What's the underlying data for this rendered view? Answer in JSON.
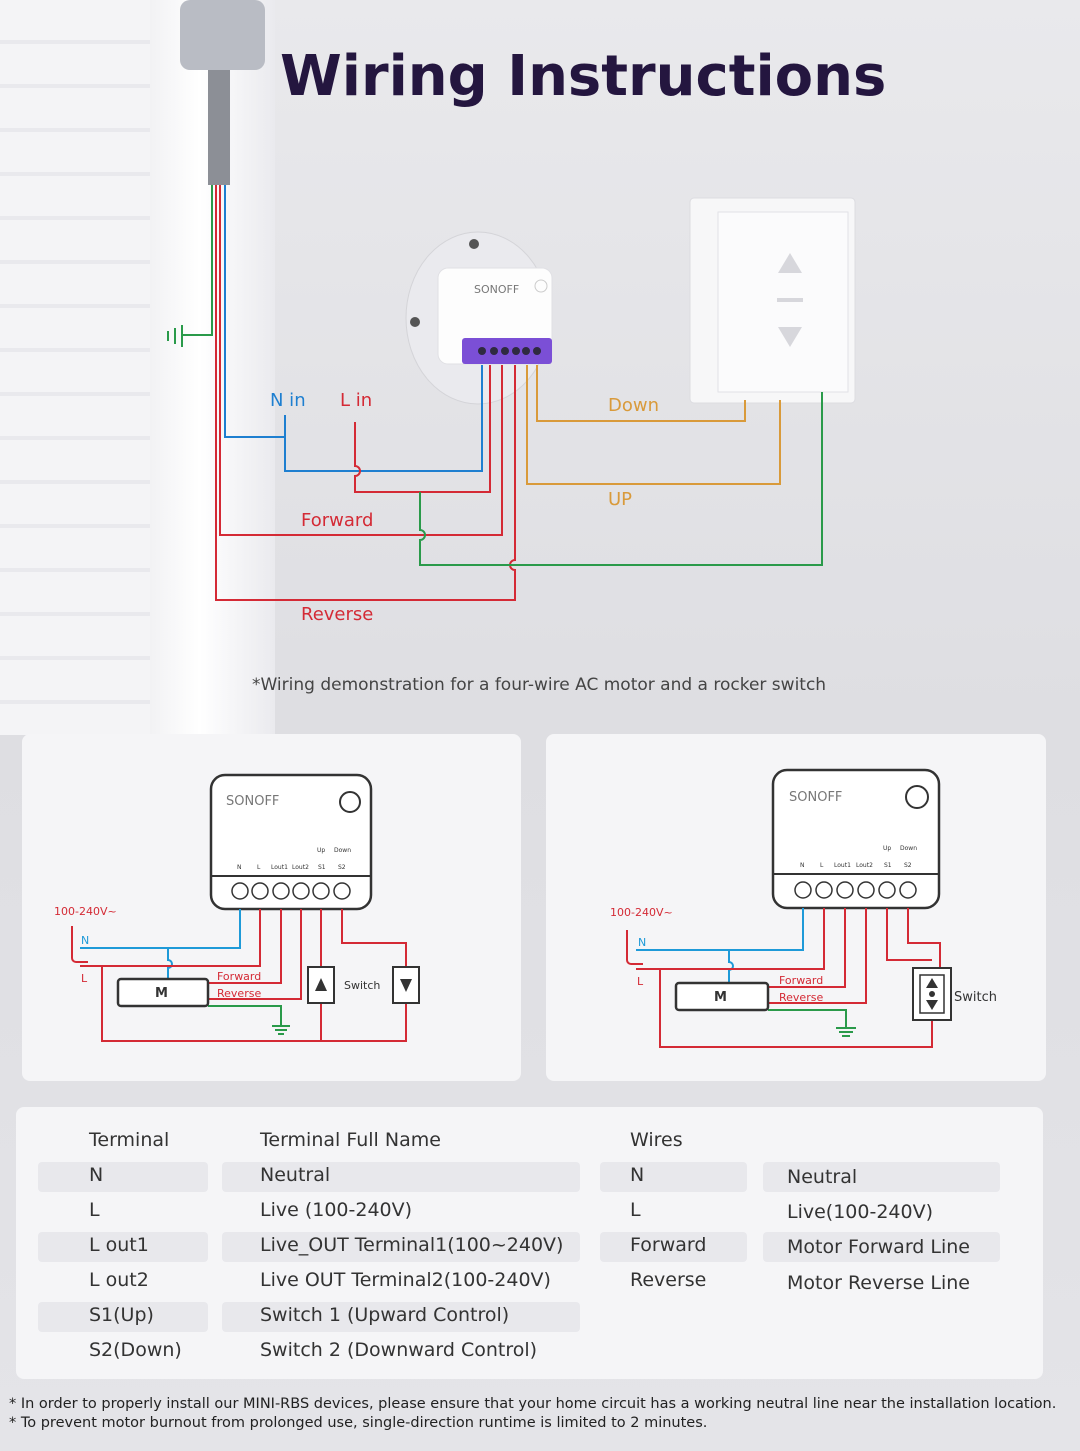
{
  "title": "Wiring Instructions",
  "main_diagram": {
    "device_brand": "SONOFF",
    "labels": {
      "n_in": "N in",
      "l_in": "L in",
      "forward": "Forward",
      "reverse": "Reverse",
      "down": "Down",
      "up": "UP"
    },
    "caption": "*Wiring demonstration for a four-wire AC motor and a rocker switch"
  },
  "schematics": [
    {
      "voltage": "100-240V~",
      "n": "N",
      "l": "L",
      "forward": "Forward",
      "reverse": "Reverse",
      "switch": "Switch",
      "motor": "M",
      "terminals": [
        "N",
        "L",
        "Lout1",
        "Lout2",
        "S1",
        "S2"
      ],
      "up": "Up",
      "down": "Down",
      "brand": "SONOFF"
    },
    {
      "voltage": "100-240V~",
      "n": "N",
      "l": "L",
      "forward": "Forward",
      "reverse": "Reverse",
      "switch": "Switch",
      "motor": "M",
      "terminals": [
        "N",
        "L",
        "Lout1",
        "Lout2",
        "S1",
        "S2"
      ],
      "up": "Up",
      "down": "Down",
      "brand": "SONOFF"
    }
  ],
  "terminal_table": {
    "headers": [
      "Terminal",
      "Terminal Full Name"
    ],
    "rows": [
      [
        "N",
        "Neutral"
      ],
      [
        "L",
        "Live (100-240V)"
      ],
      [
        "L out1",
        "Live_OUT Terminal1(100~240V)"
      ],
      [
        "L out2",
        "Live OUT Terminal2(100-240V)"
      ],
      [
        "S1(Up)",
        "Switch 1 (Upward Control)"
      ],
      [
        "S2(Down)",
        "Switch 2 (Downward Control)"
      ]
    ]
  },
  "wires_table": {
    "header": "Wires",
    "rows": [
      [
        "N",
        "Neutral"
      ],
      [
        "L",
        "Live(100-240V)"
      ],
      [
        "Forward",
        "Motor Forward Line"
      ],
      [
        "Reverse",
        "Motor Reverse Line"
      ]
    ]
  },
  "notes": [
    "* In order to properly install our MINI-RBS devices, please ensure that your home circuit has a working neutral line near the installation location.",
    "* To prevent motor burnout from prolonged use, single-direction runtime is limited to 2 minutes."
  ],
  "colors": {
    "title": "#24163f",
    "neutral": "#1e7fd0",
    "live": "#d42a35",
    "earth": "#2a9a4a",
    "switch": "#d99a3a",
    "device_accent": "#7b4fd6"
  }
}
